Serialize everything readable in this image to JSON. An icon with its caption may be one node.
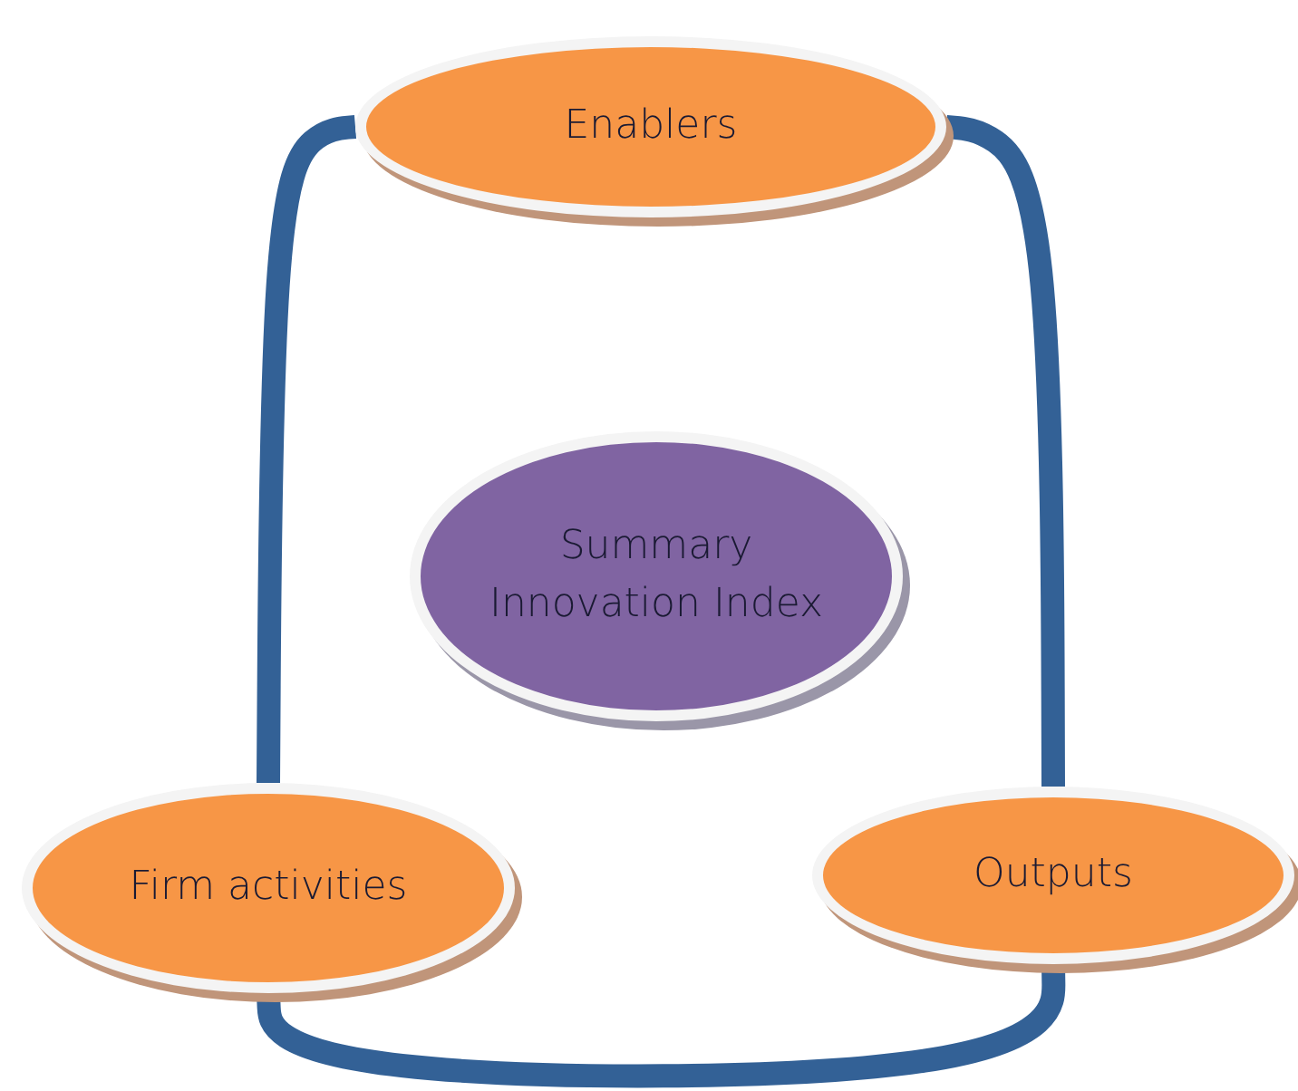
{
  "diagram": {
    "nodes": [
      {
        "text": [
          "Enablers"
        ]
      },
      {
        "text": [
          "Summary Innovation Index"
        ]
      },
      {
        "text": [
          "Firm activities"
        ]
      },
      {
        "text": [
          "Outputs"
        ]
      }
    ],
    "edges": [
      {
        "from": 0,
        "to": 2,
        "arrow": "none"
      },
      {
        "from": 0,
        "to": 3,
        "arrow": "none"
      },
      {
        "from": 2,
        "to": 3,
        "arrow": "none"
      }
    ]
  }
}
